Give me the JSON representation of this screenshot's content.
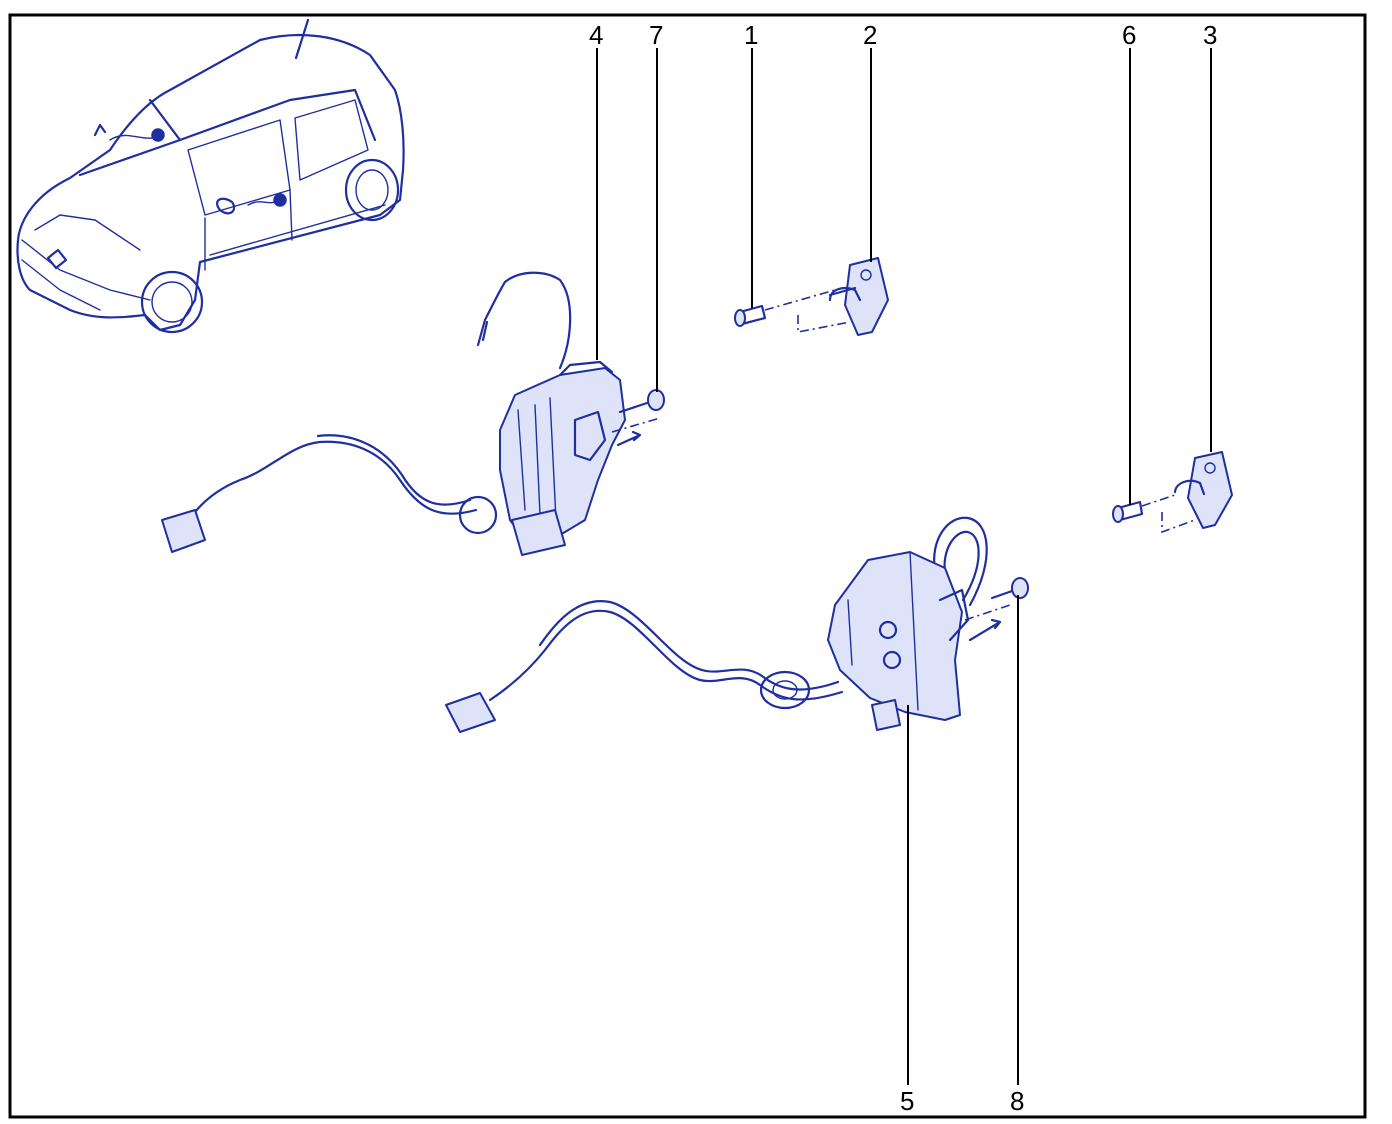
{
  "diagram": {
    "callouts": [
      {
        "id": "c4",
        "label": "4",
        "part": "front-door-lock"
      },
      {
        "id": "c7",
        "label": "7",
        "part": "front-lock-bolt"
      },
      {
        "id": "c1",
        "label": "1",
        "part": "front-striker-bolt"
      },
      {
        "id": "c2",
        "label": "2",
        "part": "front-striker"
      },
      {
        "id": "c6",
        "label": "6",
        "part": "rear-striker-bolt"
      },
      {
        "id": "c3",
        "label": "3",
        "part": "rear-striker"
      },
      {
        "id": "c5",
        "label": "5",
        "part": "rear-door-lock"
      },
      {
        "id": "c8",
        "label": "8",
        "part": "rear-lock-bolt"
      }
    ],
    "colors": {
      "ink": "#1f2fa0",
      "border": "#000000",
      "background": "#ffffff"
    }
  }
}
